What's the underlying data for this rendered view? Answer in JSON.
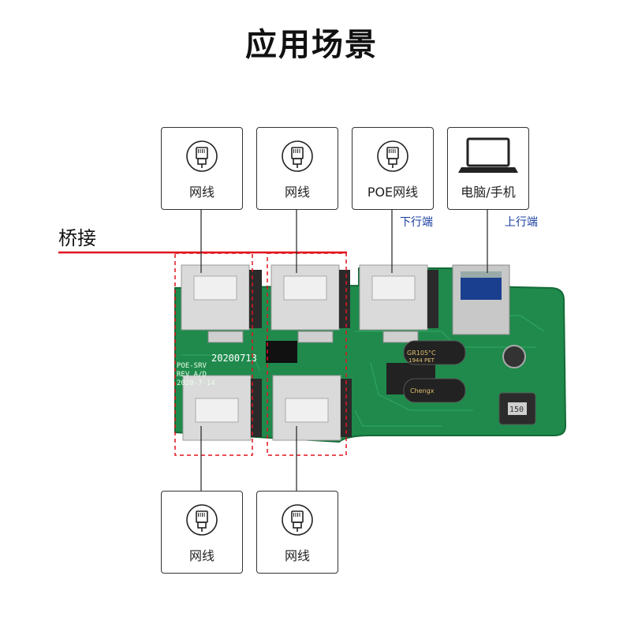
{
  "title": "应用场景",
  "bridge_label": "桥接",
  "top_boxes": [
    {
      "label": "网线",
      "icon": "rj45-plug-icon"
    },
    {
      "label": "网线",
      "icon": "rj45-plug-icon"
    },
    {
      "label": "POE网线",
      "icon": "rj45-plug-icon"
    },
    {
      "label": "电脑/手机",
      "icon": "laptop-icon"
    }
  ],
  "bottom_boxes": [
    {
      "label": "网线",
      "icon": "rj45-plug-icon"
    },
    {
      "label": "网线",
      "icon": "rj45-plug-icon"
    }
  ],
  "downstream_label": "下行端",
  "upstream_label": "上行端",
  "board": {
    "silk_date": "20200713",
    "silk_model": "POE-SRV",
    "silk_rev": "REV A/D",
    "silk_build": "2020-7-14",
    "cap_brand": "Chengx",
    "cap_temp": "GR105°C",
    "cap_spec": "1944 PET",
    "inductor_mark": "150"
  },
  "colors": {
    "bridge_line": "#e0141e",
    "dash_box": "#e0141e",
    "pcb": "#1f8a4c",
    "side_text": "#1a3fa0"
  }
}
